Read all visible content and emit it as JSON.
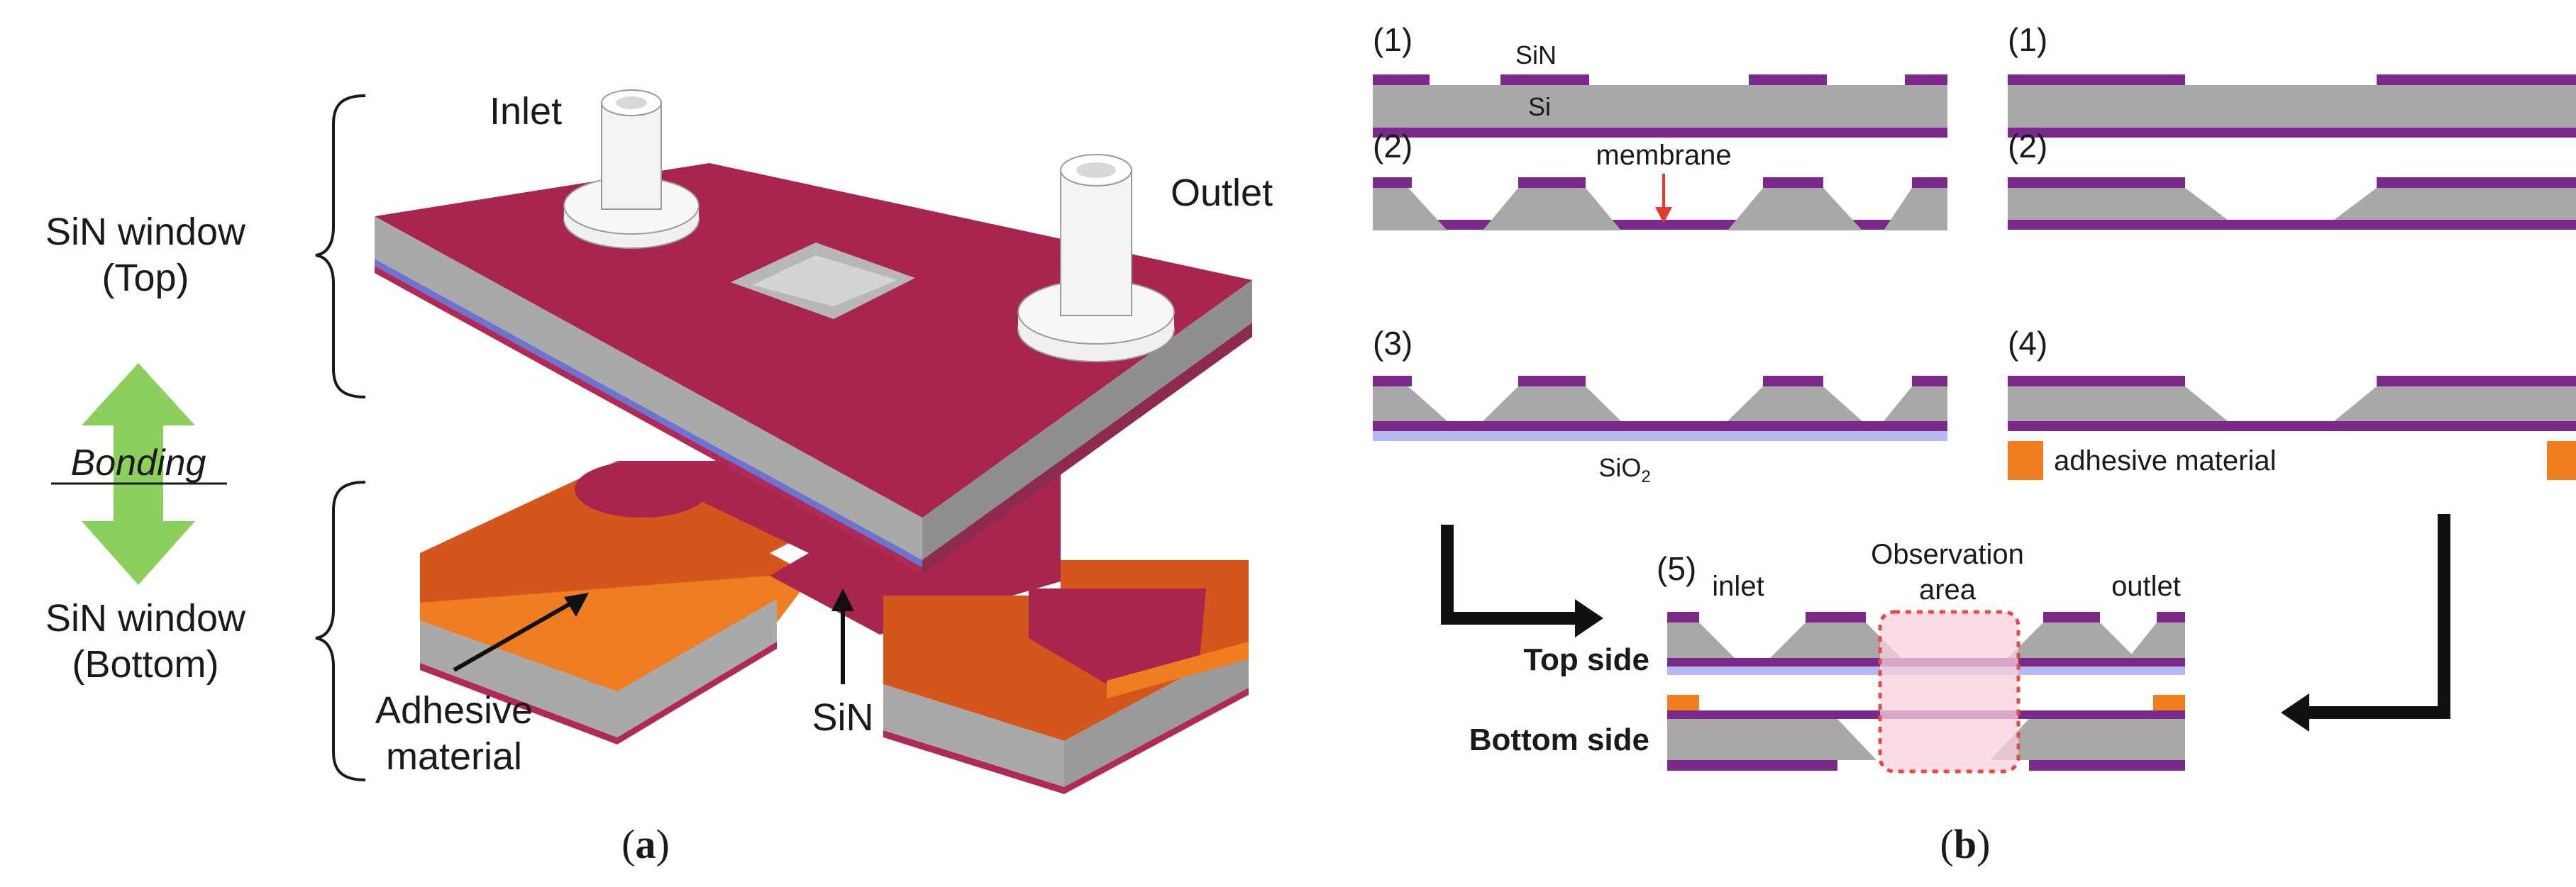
{
  "panel_a": {
    "caption_open": "(",
    "caption_letter": "a",
    "caption_close": ")",
    "label_top_1": "SiN window",
    "label_top_2": "(Top)",
    "label_bonding": "Bonding",
    "label_bottom_1": "SiN window",
    "label_bottom_2": "(Bottom)",
    "label_inlet": "Inlet",
    "label_outlet": "Outlet",
    "label_adhesive_1": "Adhesive",
    "label_adhesive_2": "material",
    "label_sin": "SiN"
  },
  "panel_b": {
    "caption_open": "(",
    "caption_letter": "b",
    "caption_close": ")",
    "step_l1": "(1)",
    "step_l2": "(2)",
    "step_l3": "(3)",
    "step_r1": "(1)",
    "step_r2": "(2)",
    "step_r4": "(4)",
    "step_5": "(5)",
    "label_sin": "SiN",
    "label_si": "Si",
    "label_membrane": "membrane",
    "label_sio2_base": "SiO",
    "label_sio2_sub": "2",
    "label_adhesive": "adhesive material",
    "label_inlet": "inlet",
    "label_outlet": "outlet",
    "label_obs_1": "Observation",
    "label_obs_2": "area",
    "label_top_side": "Top side",
    "label_bottom_side": "Bottom side"
  },
  "colors": {
    "sin": "#7b2a8c",
    "si": "#a8a8a8",
    "sio2": "#b7b7ef",
    "adhesive": "#f07d1e",
    "top_plate": "#a8264e",
    "membrane_arrow": "#e53b2c",
    "obs_fill": "#f9d2dc",
    "obs_border": "#e34a48",
    "bonding_arrow": "#8ccf5c"
  }
}
